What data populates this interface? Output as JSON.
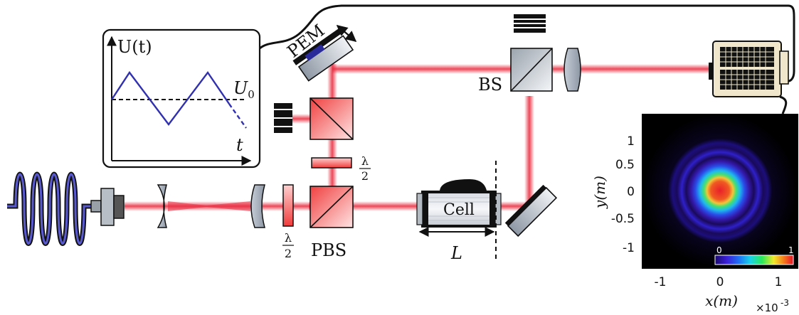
{
  "inset_plot": {
    "y_label": "U(t)",
    "x_label": "t",
    "level_label": "U",
    "level_subscript": "0"
  },
  "components": {
    "pem": "PEM",
    "beam_splitter": "BS",
    "polarizing_beam_splitter": "PBS",
    "cell": "Cell",
    "cell_length": "L",
    "waveplate_top_num": "λ",
    "waveplate_top_den": "2",
    "waveplate_bottom_num": "λ",
    "waveplate_bottom_den": "2"
  },
  "beam_profile": {
    "x_label": "x(m)",
    "y_label": "y(m)",
    "x_ticks": [
      "-1",
      "0",
      "1"
    ],
    "y_ticks": [
      "1",
      "0.5",
      "0",
      "-0.5",
      "-1"
    ],
    "scale_factor": "×10",
    "scale_exponent": "-3",
    "colorbar_min": "0",
    "colorbar_max": "1"
  },
  "colors": {
    "laser": "#e8283c",
    "fiber": "#1c1c6e",
    "plot_line": "#3030b0",
    "camera_body": "#efe6cc"
  }
}
